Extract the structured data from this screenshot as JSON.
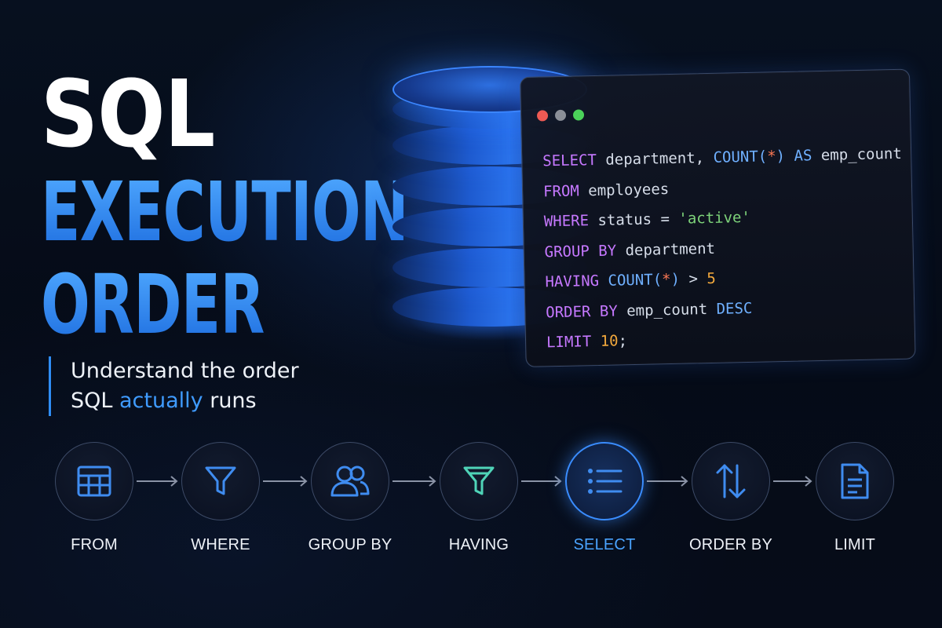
{
  "title": {
    "line1": "SQL",
    "line2": "EXECUTION",
    "line3": "ORDER"
  },
  "subtitle": {
    "line1": "Understand the order",
    "line2_pre": "SQL ",
    "line2_accent": "actually",
    "line2_post": " runs"
  },
  "code_window": {
    "lines": [
      [
        {
          "t": "SELECT",
          "c": "kw"
        },
        {
          "t": " department, ",
          "c": "plain"
        },
        {
          "t": "COUNT(",
          "c": "fn"
        },
        {
          "t": "*",
          "c": "star"
        },
        {
          "t": ") ",
          "c": "fn"
        },
        {
          "t": "AS",
          "c": "fn"
        },
        {
          "t": " emp_count",
          "c": "plain"
        }
      ],
      [
        {
          "t": "FROM",
          "c": "kw"
        },
        {
          "t": " employees",
          "c": "plain"
        }
      ],
      [
        {
          "t": "WHERE",
          "c": "kw"
        },
        {
          "t": " status = ",
          "c": "plain"
        },
        {
          "t": "'active'",
          "c": "str"
        }
      ],
      [
        {
          "t": "GROUP BY",
          "c": "kw"
        },
        {
          "t": " department",
          "c": "plain"
        }
      ],
      [
        {
          "t": "HAVING",
          "c": "kw"
        },
        {
          "t": " COUNT(",
          "c": "fn"
        },
        {
          "t": "*",
          "c": "star"
        },
        {
          "t": ")",
          "c": "fn"
        },
        {
          "t": " > ",
          "c": "plain"
        },
        {
          "t": "5",
          "c": "num"
        }
      ],
      [
        {
          "t": "ORDER BY",
          "c": "kw"
        },
        {
          "t": " emp_count ",
          "c": "plain"
        },
        {
          "t": "DESC",
          "c": "fn"
        }
      ],
      [
        {
          "t": "LIMIT",
          "c": "kw"
        },
        {
          "t": " ",
          "c": "plain"
        },
        {
          "t": "10",
          "c": "num"
        },
        {
          "t": ";",
          "c": "plain"
        }
      ]
    ]
  },
  "flow": {
    "steps": [
      {
        "label": "FROM",
        "icon": "table-icon",
        "active": false
      },
      {
        "label": "WHERE",
        "icon": "filter-icon",
        "active": false
      },
      {
        "label": "GROUP BY",
        "icon": "users-icon",
        "active": false
      },
      {
        "label": "HAVING",
        "icon": "filter-icon",
        "active": false
      },
      {
        "label": "SELECT",
        "icon": "list-icon",
        "active": true
      },
      {
        "label": "ORDER BY",
        "icon": "sort-icon",
        "active": false
      },
      {
        "label": "LIMIT",
        "icon": "document-icon",
        "active": false
      }
    ]
  },
  "colors": {
    "accent": "#2f8df6",
    "keyword": "#c678ff",
    "function": "#6fb0ff",
    "string": "#7ed37a",
    "number": "#f2a83c",
    "having_icon": "#4fd4b8"
  }
}
